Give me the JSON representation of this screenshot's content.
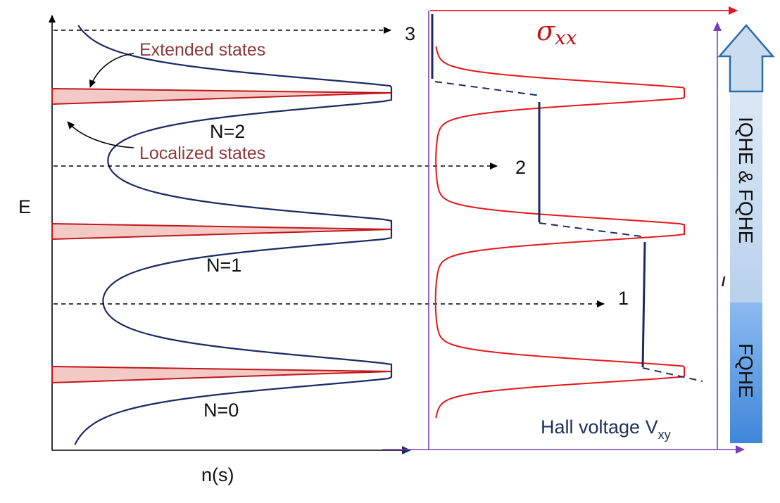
{
  "labels": {
    "energy_axis": "E",
    "density_axis": "n(s)",
    "extended_states": "Extended states",
    "localized_states": "Localized states",
    "level_2": "N=2",
    "level_1": "N=1",
    "level_0": "N=0",
    "plateau_3": "3",
    "plateau_2": "2",
    "plateau_1": "1",
    "sigma_main": "σ",
    "sigma_sub": "xx",
    "hall_voltage": "Hall voltage V",
    "hall_voltage_sub": "xy",
    "band_iqhe_fqhe": "IQHE & FQHE",
    "band_fqhe": "FQHE",
    "stray_glyph": "ı"
  },
  "colors": {
    "dos_curve": "#1b2a63",
    "extended_fill": "#f2c9c5",
    "extended_line": "#c0161b",
    "sigma_curve": "#e8161b",
    "arrow_red": "#e8161b",
    "axis_purple": "#7b3fb5",
    "hall_step": "#1b2a63",
    "band_light": "#c9dcf0",
    "band_dark": "#4a8fdd"
  }
}
